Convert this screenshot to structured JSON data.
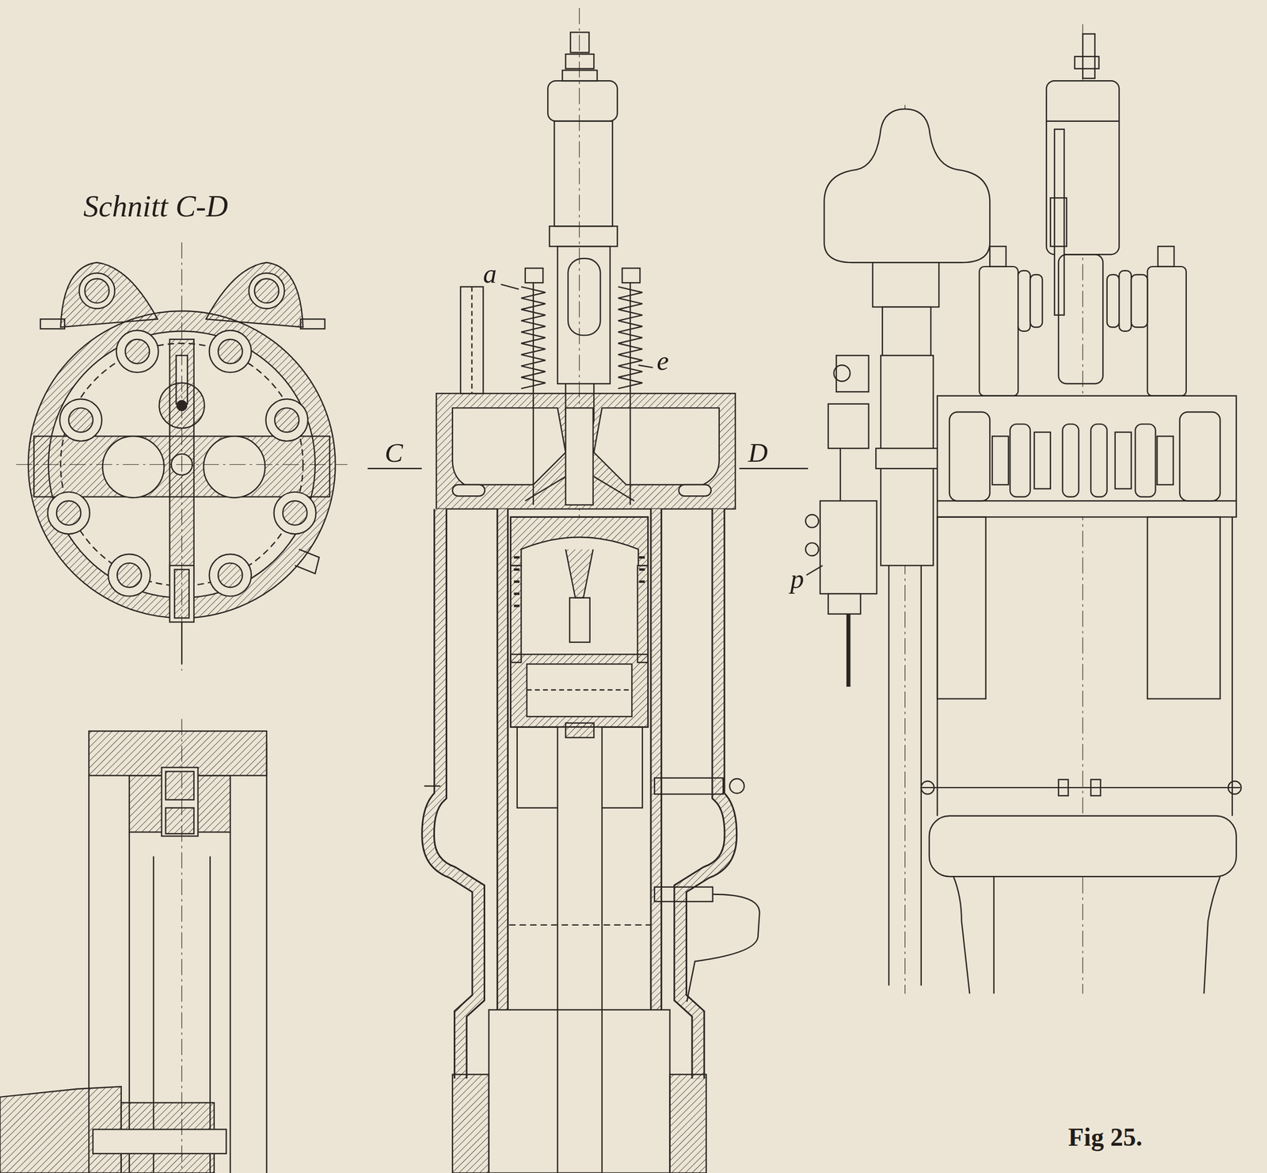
{
  "diagram": {
    "caption": "Fig 25.",
    "labels": [
      "Schnitt C-D",
      "a",
      "e",
      "C",
      "D",
      "p"
    ]
  }
}
